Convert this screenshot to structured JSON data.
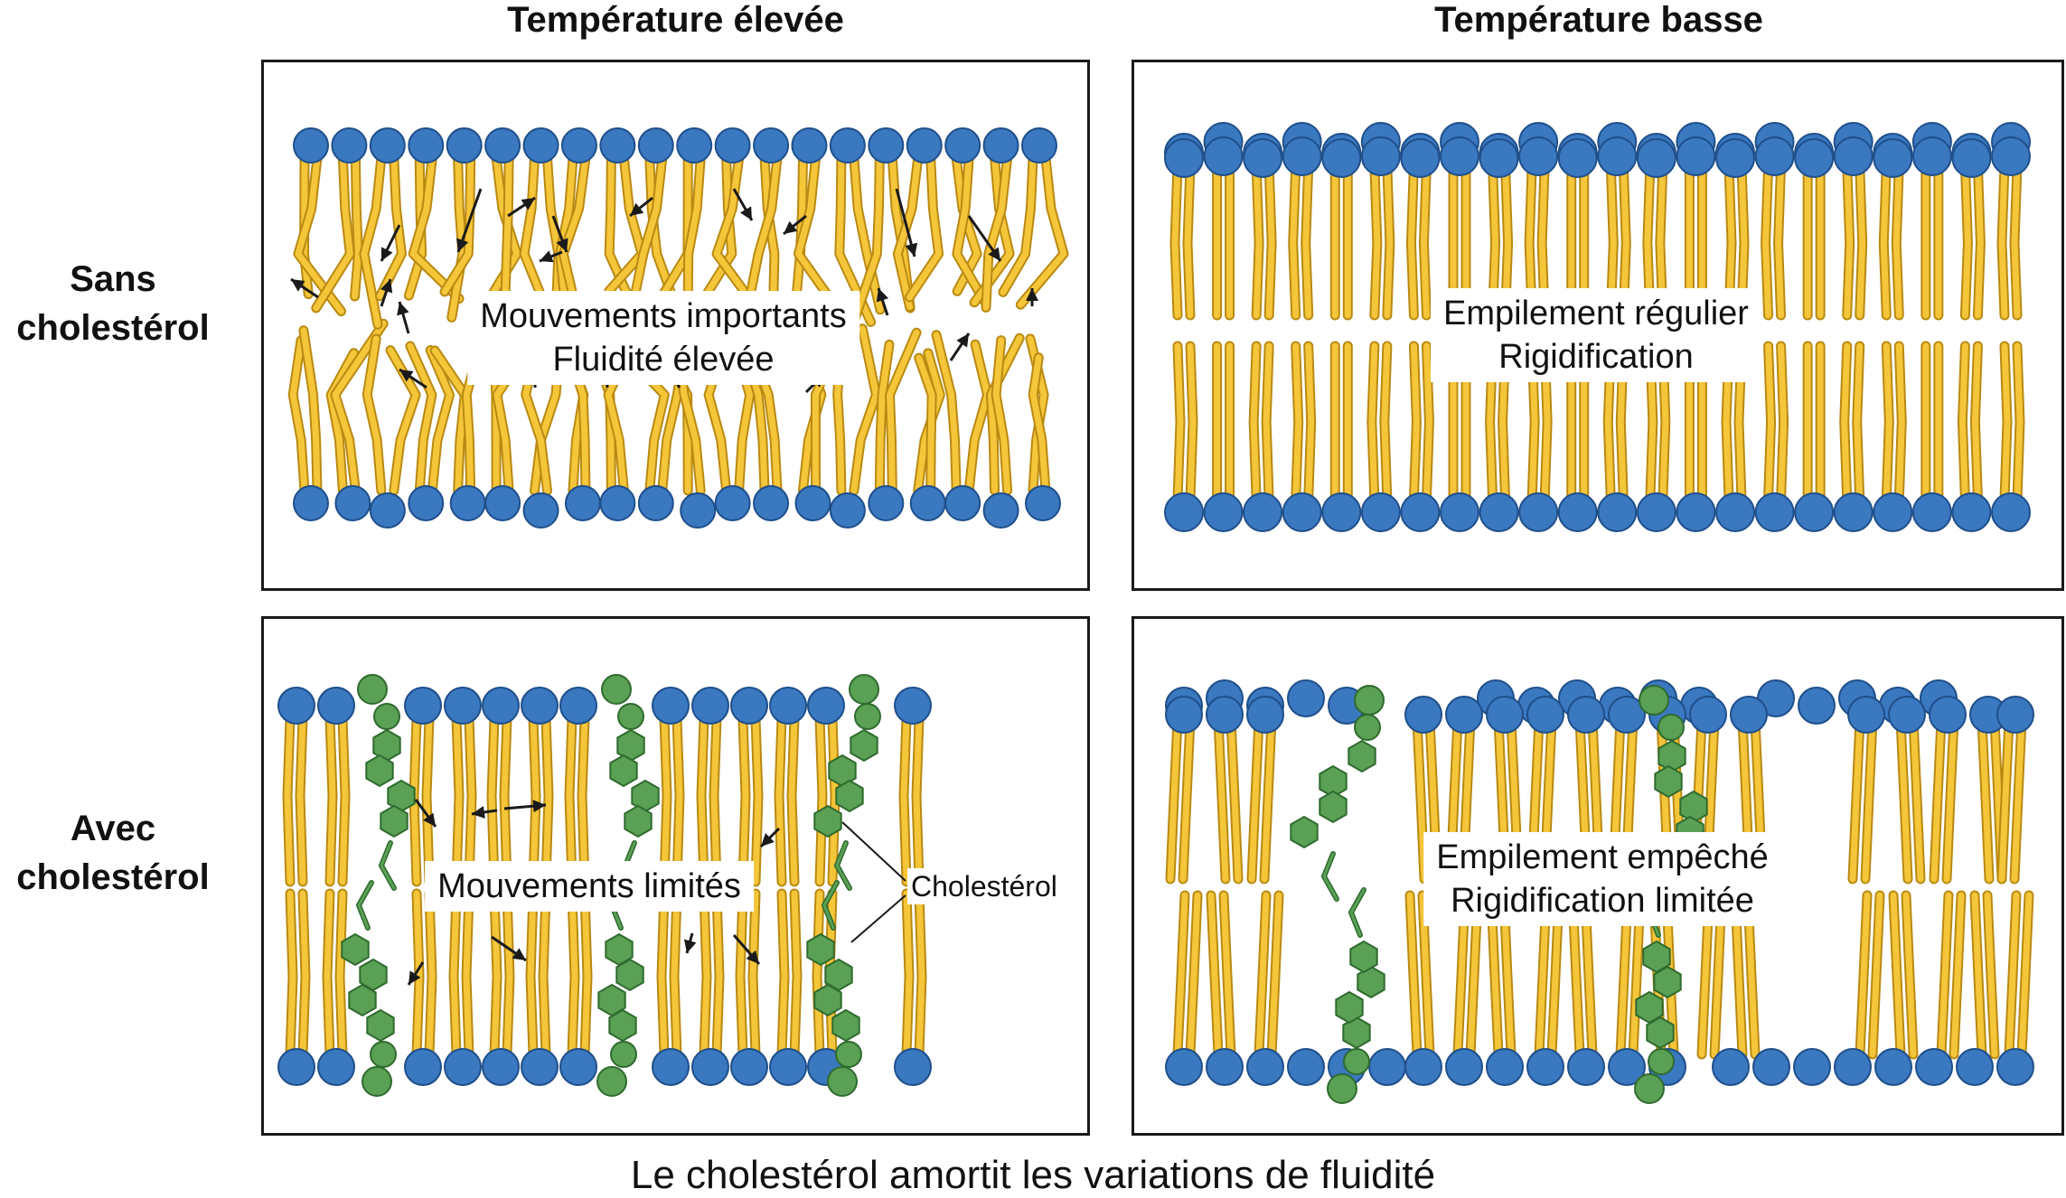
{
  "columns": {
    "high": "Température élevée",
    "low": "Température basse"
  },
  "rows": {
    "without": [
      "Sans",
      "cholestérol"
    ],
    "with": [
      "Avec",
      "cholestérol"
    ]
  },
  "panels": {
    "high_without": {
      "line1": "Mouvements importants",
      "line2": "Fluidité élevée"
    },
    "low_without": {
      "line1": "Empilement régulier",
      "line2": "Rigidification"
    },
    "high_with": {
      "line1": "Mouvements limités"
    },
    "low_with": {
      "line1": "Empilement empêché",
      "line2": "Rigidification limitée"
    }
  },
  "cholesterol_label": "Cholestérol",
  "footer": "Le cholestérol amortit les variations de fluidité",
  "colors": {
    "head": "#3a78c0",
    "head_stroke": "#1f4f8a",
    "tail": "#f5c53a",
    "tail_stroke": "#b98a12",
    "cholesterol": "#5aa055",
    "cholesterol_stroke": "#2f6b2e",
    "arrow": "#1a1a1a"
  }
}
